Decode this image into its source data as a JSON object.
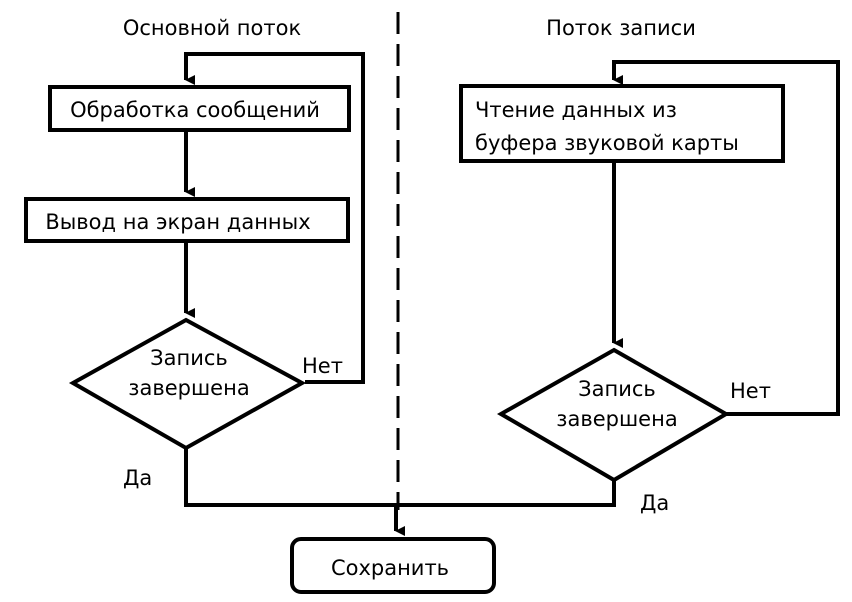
{
  "headers": {
    "main_thread": "Основной поток",
    "record_thread": "Поток записи"
  },
  "main_flow": {
    "process_messages": "Обработка сообщений",
    "display_data": "Вывод на экран данных",
    "decision_line1": "Запись",
    "decision_line2": "завершена",
    "no_label": "Нет",
    "yes_label": "Да"
  },
  "record_flow": {
    "read_line1": "Чтение данных из",
    "read_line2": "буфера звуковой карты",
    "decision_line1": "Запись",
    "decision_line2": "завершена",
    "no_label": "Нет",
    "yes_label": "Да"
  },
  "save_block": {
    "label": "Сохранить"
  },
  "colors": {
    "stroke": "#000000",
    "background": "#ffffff"
  }
}
